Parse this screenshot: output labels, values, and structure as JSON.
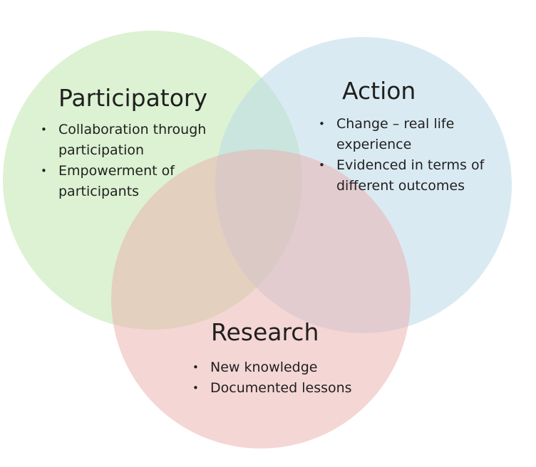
{
  "colors": {
    "participatory_fill": "#bfe8ad",
    "action_fill": "#bcd9e8",
    "research_fill": "#e9aeab",
    "text": "#1f1f1f"
  },
  "circles": {
    "participatory": {
      "label": "Participatory",
      "bullets": [
        "Collaboration through participation",
        "Empowerment of participants"
      ]
    },
    "action": {
      "label": "Action",
      "bullets": [
        "Change – real life experience",
        "Evidenced in terms of different outcomes"
      ]
    },
    "research": {
      "label": "Research",
      "bullets": [
        "New knowledge",
        "Documented lessons"
      ]
    }
  }
}
